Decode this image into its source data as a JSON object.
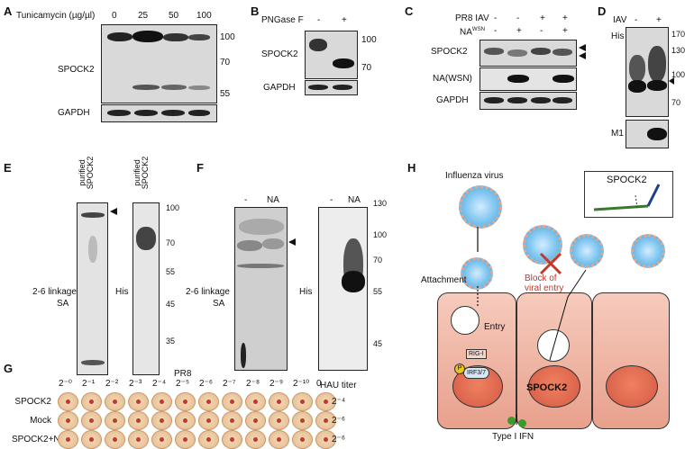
{
  "panels": {
    "A": {
      "letter": "A",
      "treatment_label": "Tunicamycin (µg/µl)",
      "doses": [
        "0",
        "25",
        "50",
        "100"
      ],
      "top_label": "SPOCK2",
      "bottom_label": "GAPDH",
      "markers": [
        "100",
        "70",
        "55"
      ]
    },
    "B": {
      "letter": "B",
      "treatment_label": "PNGase F",
      "conditions": [
        "-",
        "+"
      ],
      "top_label": "SPOCK2",
      "bottom_label": "GAPDH",
      "markers": [
        "100",
        "70"
      ]
    },
    "C": {
      "letter": "C",
      "row1_label": "PR8 IAV",
      "row1_values": [
        "-",
        "-",
        "+",
        "+"
      ],
      "row2_label": "NA",
      "row2_sup": "WSN",
      "row2_values": [
        "-",
        "+",
        "-",
        "+"
      ],
      "blot_labels": [
        "SPOCK2",
        "NA(WSN)",
        "GAPDH"
      ]
    },
    "D": {
      "letter": "D",
      "treatment_label": "IAV",
      "conditions": [
        "-",
        "+"
      ],
      "top_label": "His",
      "bottom_label": "M1",
      "markers": [
        "170",
        "130",
        "100",
        "70"
      ]
    },
    "E": {
      "letter": "E",
      "lane_label_1": "purified",
      "lane_label_2": "SPOCK2",
      "left_label_1": "2-6 linkage",
      "left_label_2": "SA",
      "right_label": "His",
      "markers": [
        "100",
        "70",
        "55",
        "45",
        "35"
      ]
    },
    "F": {
      "letter": "F",
      "conditions_left": [
        "-",
        "NA"
      ],
      "conditions_right": [
        "-",
        "NA"
      ],
      "left_label_1": "2-6 linkage",
      "left_label_2": "SA",
      "right_label": "His",
      "markers": [
        "130",
        "100",
        "70",
        "55",
        "45"
      ]
    },
    "G": {
      "letter": "G",
      "virus": "PR8",
      "dilutions": [
        "2⁻⁰",
        "2⁻¹",
        "2⁻²",
        "2⁻³",
        "2⁻⁴",
        "2⁻⁵",
        "2⁻⁶",
        "2⁻⁷",
        "2⁻⁸",
        "2⁻⁹",
        "2⁻¹⁰",
        "0"
      ],
      "titer_header": "HAU titer",
      "rows": [
        {
          "label": "SPOCK2",
          "titer": "2⁻⁴"
        },
        {
          "label": "Mock",
          "titer": "2⁻⁶"
        },
        {
          "label": "SPOCK2+NA",
          "titer": "2⁻⁶"
        }
      ]
    },
    "H": {
      "letter": "H",
      "virus_label": "Influenza virus",
      "legend_label": "SPOCK2",
      "attachment": "Attachment",
      "block_1": "Block of",
      "block_2": "viral entry",
      "entry": "Entry",
      "rigi": "RIG-I",
      "irf": "IRF3/7",
      "p": "P",
      "spock2_gene": "SPOCK2",
      "ifn": "Type I IFN"
    }
  }
}
